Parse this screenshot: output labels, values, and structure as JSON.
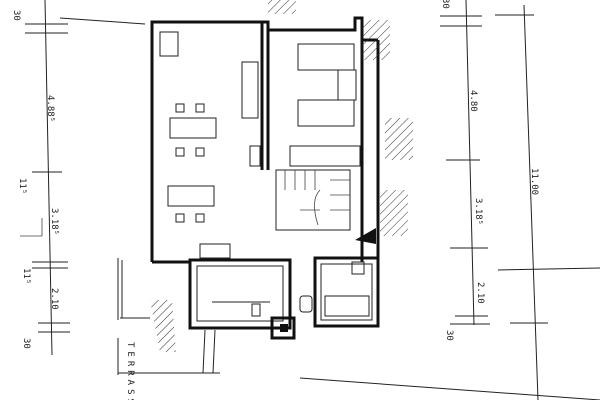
{
  "plan": {
    "left_dimensions": [
      "30",
      "4.88⁵",
      "11⁵",
      "3.18⁵",
      "11⁵",
      "2.10",
      "30"
    ],
    "right_dimensions": [
      "30",
      "4.80",
      "3.18⁵",
      "2.10",
      "30"
    ],
    "overall_dimension": "11.00",
    "terrace_label": "TERRASSE"
  }
}
